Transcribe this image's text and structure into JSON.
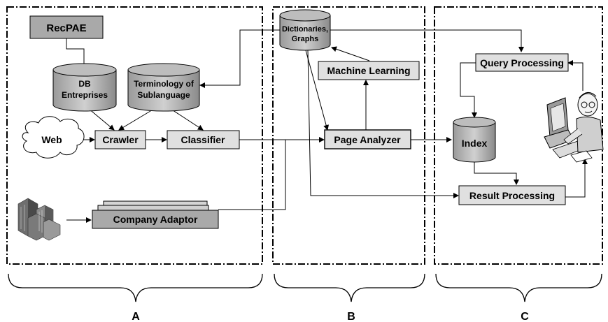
{
  "colors": {
    "box_fill": "#d8d8d8",
    "box_fill_dark": "#a0a0a0",
    "box_light": "#e8e8e8",
    "stroke": "#000000"
  },
  "nodes": {
    "recpae": "RecPAE",
    "db_entreprises_line1": "DB",
    "db_entreprises_line2": "Entreprises",
    "terminology_line1": "Terminology of",
    "terminology_line2": "Sublanguage",
    "web": "Web",
    "crawler": "Crawler",
    "classifier": "Classifier",
    "company_adaptor": "Company Adaptor",
    "dictionaries_line1": "Dictionaries,",
    "dictionaries_line2": "Graphs",
    "machine_learning": "Machine Learning",
    "page_analyzer": "Page Analyzer",
    "query_processing": "Query Processing",
    "index": "Index",
    "result_processing": "Result Processing"
  },
  "sections": {
    "a": "A",
    "b": "B",
    "c": "C"
  },
  "icons": {
    "buildings": "buildings-icon",
    "user_at_computer": "user-at-computer-icon"
  }
}
